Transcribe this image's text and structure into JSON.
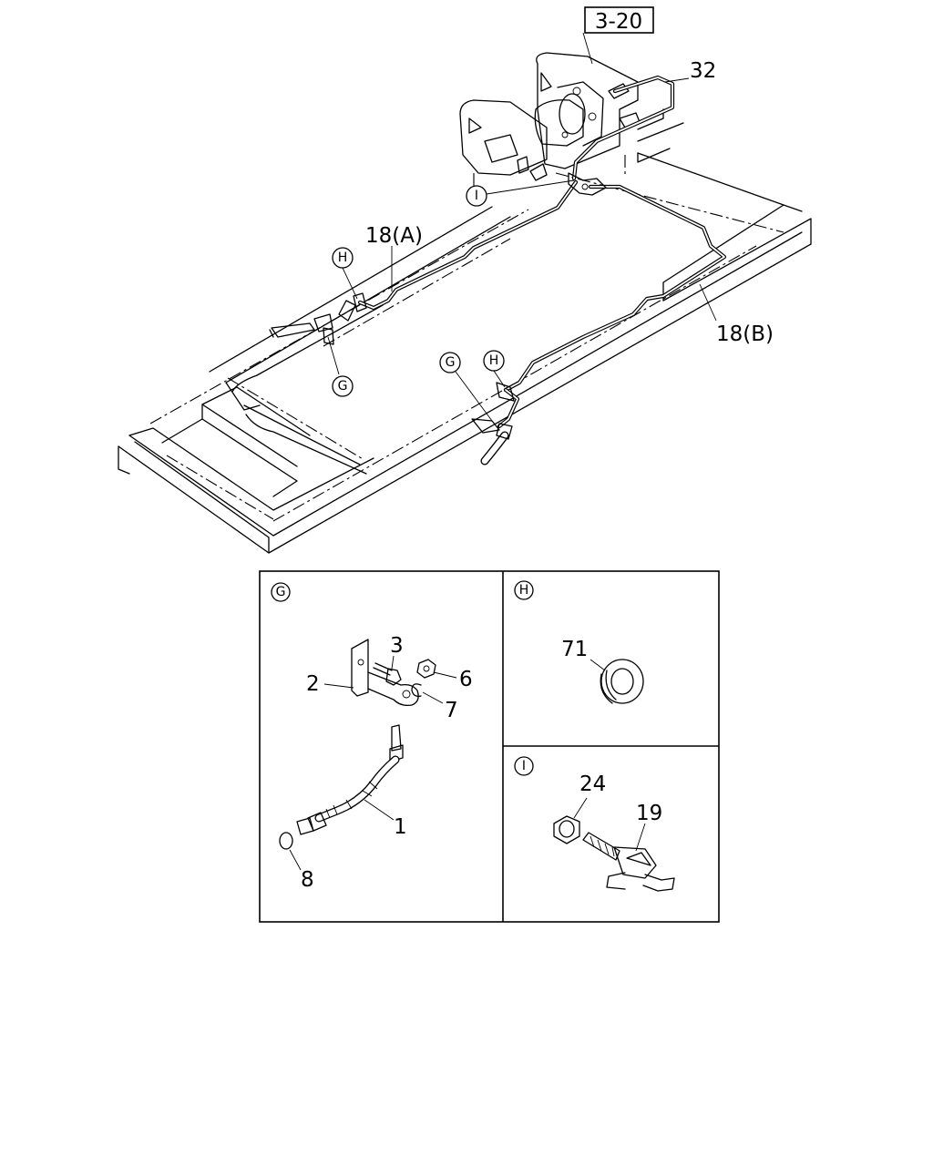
{
  "reference_box": "3-20",
  "main_labels": {
    "part_32": "32",
    "part_18a": "18(A)",
    "part_18b": "18(B)"
  },
  "callouts": {
    "g": "G",
    "h": "H",
    "i": "I"
  },
  "detail_g": {
    "tag": "G",
    "parts": {
      "p1": "1",
      "p2": "2",
      "p3": "3",
      "p6": "6",
      "p7": "7",
      "p8": "8"
    }
  },
  "detail_h": {
    "tag": "H",
    "parts": {
      "p71": "71"
    }
  },
  "detail_i": {
    "tag": "I",
    "parts": {
      "p24": "24",
      "p19": "19"
    }
  },
  "colors": {
    "line": "#000000",
    "background": "#ffffff"
  }
}
